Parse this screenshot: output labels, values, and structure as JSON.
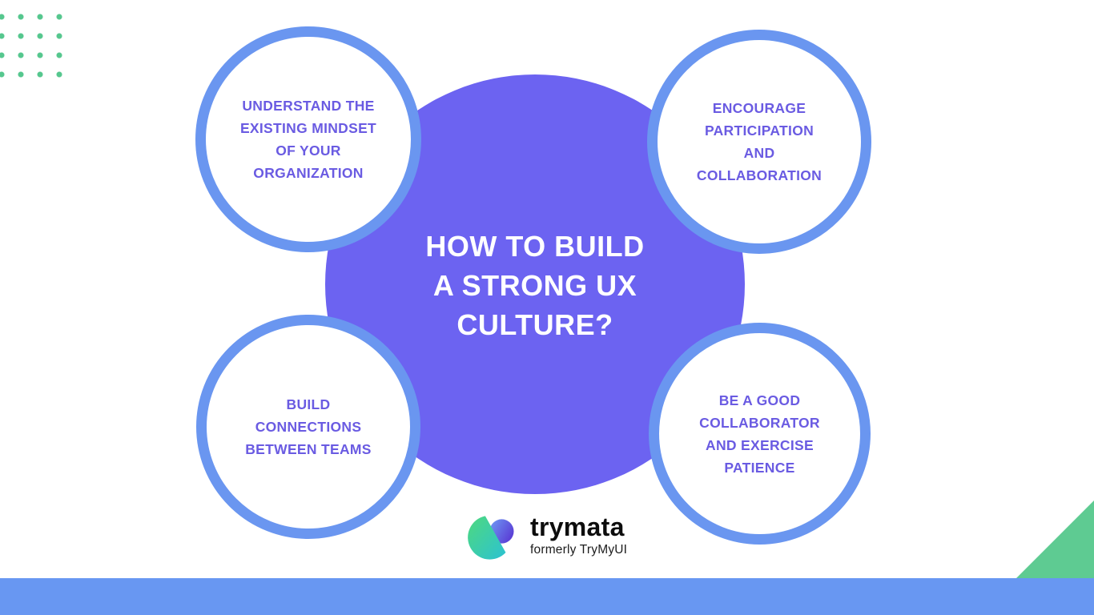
{
  "center": {
    "title_lines": [
      "HOW TO BUILD",
      "A STRONG UX",
      "CULTURE?"
    ]
  },
  "bubbles": [
    {
      "position": "top-left",
      "label_lines": [
        "UNDERSTAND THE",
        "EXISTING MINDSET",
        "OF YOUR",
        "ORGANIZATION"
      ]
    },
    {
      "position": "top-right",
      "label_lines": [
        "ENCOURAGE",
        "PARTICIPATION",
        "AND",
        "COLLABORATION"
      ]
    },
    {
      "position": "bottom-left",
      "label_lines": [
        "BUILD",
        "CONNECTIONS",
        "BETWEEN TEAMS"
      ]
    },
    {
      "position": "bottom-right",
      "label_lines": [
        "BE A GOOD",
        "COLLABORATOR",
        "AND EXERCISE",
        "PATIENCE"
      ]
    }
  ],
  "logo": {
    "name": "trymata",
    "tagline": "formerly TryMyUI"
  },
  "colors": {
    "center_circle": "#6c63f1",
    "bubble_ring": "#6a96f0",
    "bubble_text": "#6a5be2",
    "bottom_bar": "#6897f2",
    "accent_green": "#5ecb92",
    "dot_green": "#55c78e",
    "title_text": "#ffffff",
    "logo_text": "#0d0d0d"
  }
}
